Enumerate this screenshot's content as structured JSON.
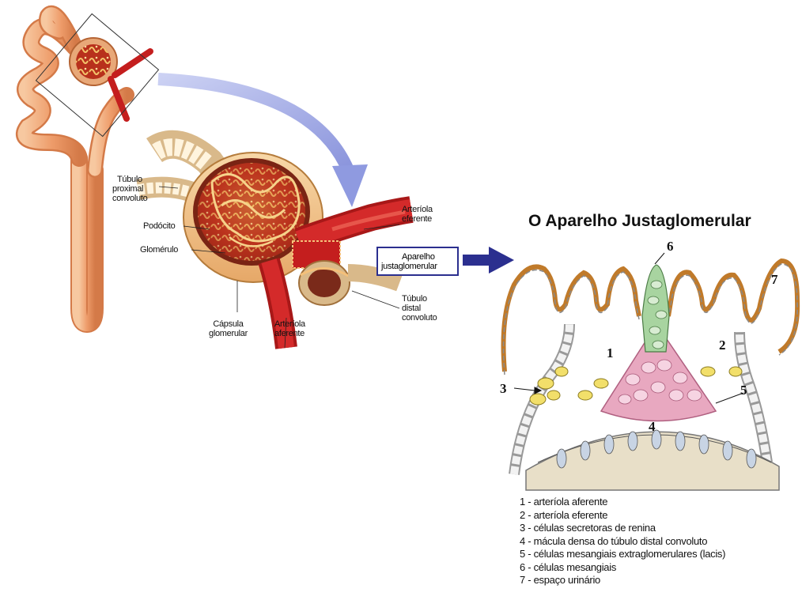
{
  "title": "O Aparelho Justaglomerular",
  "left_labels": {
    "tubulo_proximal": [
      "Túbulo",
      "proximal",
      "convoluto"
    ],
    "podocito": "Podócito",
    "glomerulo": "Glomérulo",
    "capsula": [
      "Cápsula",
      "glomerular"
    ],
    "arteriola_aferente": [
      "Arteríola",
      "aferente"
    ],
    "arteriola_eferente": [
      "Arteríola",
      "eferente"
    ],
    "aparelho": [
      "Aparelho",
      "justaglomerular"
    ],
    "tubulo_distal": [
      "Túbulo",
      "distal",
      "convoluto"
    ]
  },
  "numbers": [
    "1",
    "2",
    "3",
    "4",
    "5",
    "6",
    "7"
  ],
  "legend": [
    "1 - arteríola aferente",
    "2 - arteríola eferente",
    "3 - células secretoras de renina",
    "4 - mácula densa do túbulo distal convoluto",
    "5 - células mesangiais extraglomerulares (lacis)",
    "6 - células mesangiais",
    "7 - espaço urinário"
  ],
  "colors": {
    "tubule": "#f0a878",
    "vessel": "#c41e1e",
    "arrow_curve": "#8f9ae0",
    "arrow_right": "#2b2f8f",
    "jga_outline": "#c07a2a",
    "macula_pink": "#e8a8c0",
    "renin_yellow": "#f2df6a",
    "mesangial_green": "#a8d4a0"
  }
}
